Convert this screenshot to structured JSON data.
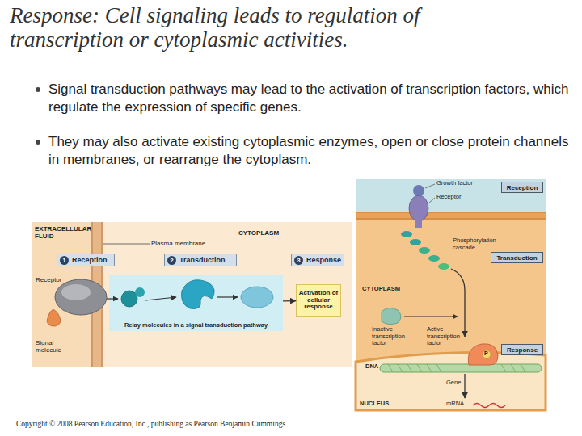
{
  "diagram": {
    "title": "Response: Cell signaling leads to regulation of transcription or cytoplasmic activities.",
    "nodes": [
      {
        "text": [
          "1",
          "Reception"
        ]
      },
      {
        "text": [
          "2",
          "Transduction"
        ]
      },
      {
        "text": [
          "3",
          "Response"
        ]
      },
      {
        "text": [
          "Relay molecules in a signal transduction pathway"
        ]
      },
      {
        "text": [
          "Activation of cellular response"
        ]
      },
      {
        "text": [
          "Reception"
        ]
      },
      {
        "text": [
          "Transduction"
        ]
      },
      {
        "text": [
          "Response"
        ]
      }
    ],
    "edges": [
      {
        "from": 3,
        "to": 4,
        "arrow": "to"
      }
    ],
    "labels": [
      "Signal transduction pathways may lead to the activation of transcription factors, which regulate the expression of specific genes.",
      "They may also activate existing cytoplasmic enzymes, open or close protein channels in membranes, or rearrange the cytoplasm.",
      "EXTRACELLULAR FLUID",
      "CYTOPLASM",
      "Plasma membrane",
      "Receptor",
      "Signal molecule",
      "Growth factor",
      "Receptor",
      "Phosphorylation cascade",
      "CYTOPLASM",
      "Inactive transcription factor",
      "Active transcription factor",
      "P",
      "DNA",
      "Gene",
      "NUCLEUS",
      "mRNA",
      "Copyright © 2008 Pearson Education, Inc., publishing as Pearson Benjamin Cummings"
    ]
  }
}
